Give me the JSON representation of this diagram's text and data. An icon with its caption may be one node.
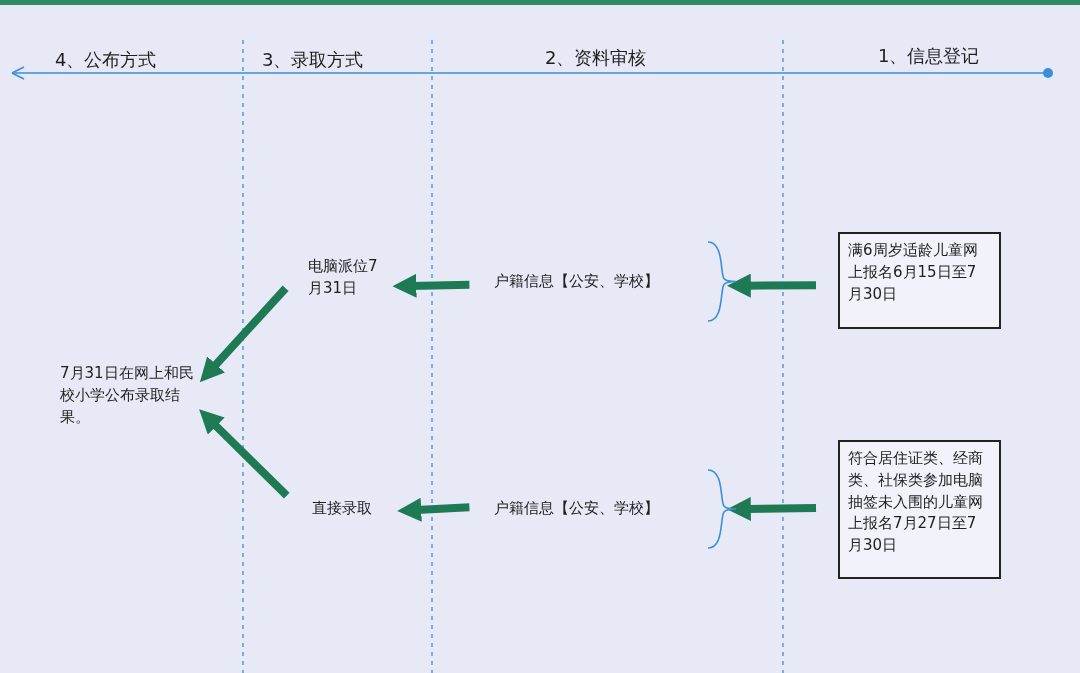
{
  "diagram": {
    "nodes": [
      {
        "text": [
          "满6周岁适龄儿童网上报名6月15日至7月30日"
        ]
      },
      {
        "text": [
          "符合居住证类、经商类、社保类参加电脑抽签未入围的儿童网上报名7月27日至7月30日"
        ]
      },
      {
        "text": [
          "户籍信息【公安、学校】"
        ]
      },
      {
        "text": [
          "户籍信息【公安、学校】"
        ]
      },
      {
        "text": [
          "电脑派位7月31日"
        ]
      },
      {
        "text": [
          "直接录取"
        ]
      },
      {
        "text": [
          "7月31日在网上和民校小学公布录取结果。"
        ]
      }
    ],
    "edges": [
      {
        "from": 0,
        "to": 2,
        "arrow": "to"
      },
      {
        "from": 1,
        "to": 3,
        "arrow": "to"
      },
      {
        "from": 2,
        "to": 4,
        "arrow": "to"
      },
      {
        "from": 3,
        "to": 5,
        "arrow": "to"
      },
      {
        "from": 4,
        "to": 6,
        "arrow": "to"
      },
      {
        "from": 5,
        "to": 6,
        "arrow": "to"
      }
    ],
    "labels": [
      "4、公布方式",
      "3、录取方式",
      "2、资料审核",
      "1、信息登记"
    ]
  }
}
